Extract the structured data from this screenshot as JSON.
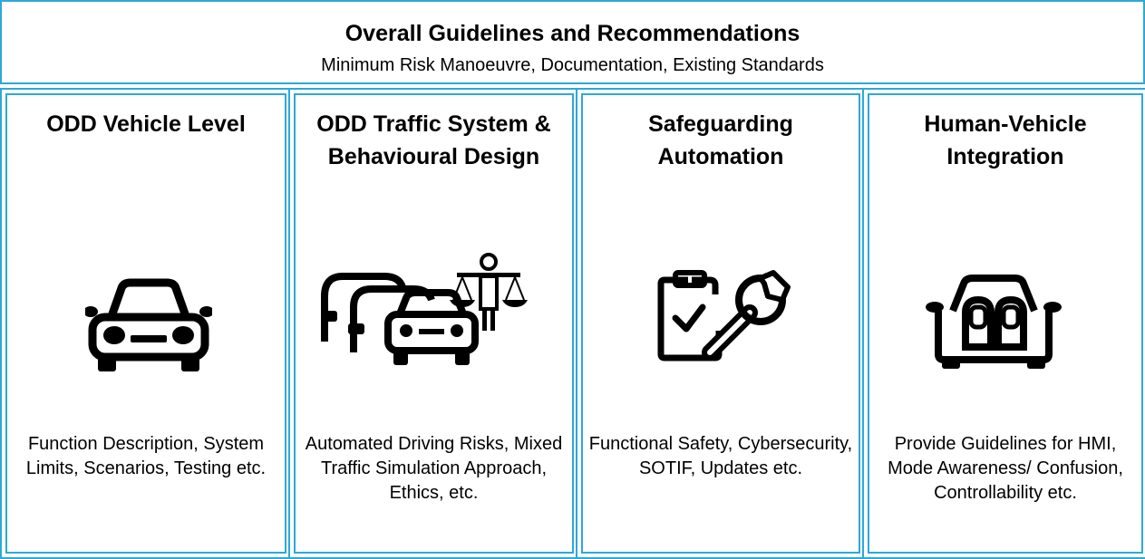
{
  "header": {
    "title": "Overall Guidelines and Recommendations",
    "subtitle": "Minimum Risk Manoeuvre, Documentation, Existing Standards"
  },
  "columns": [
    {
      "title": "ODD Vehicle Level",
      "description": "Function Description, System Limits, Scenarios, Testing etc.",
      "icon": "car-front-icon"
    },
    {
      "title": "ODD Traffic System & Behavioural Design",
      "description": "Automated Driving Risks, Mixed Traffic Simulation Approach, Ethics, etc.",
      "icon": "traffic-and-ethics-scale-icon"
    },
    {
      "title": "Safeguarding Automation",
      "description": "Functional Safety, Cybersecurity, SOTIF, Updates etc.",
      "icon": "checklist-wrench-icon"
    },
    {
      "title": "Human-Vehicle Integration",
      "description": "Provide Guidelines for HMI, Mode Awareness/ Confusion, Controllability etc.",
      "icon": "car-interior-seats-icon"
    }
  ],
  "colors": {
    "border": "#2ea8d8",
    "text": "#000000",
    "background": "#ffffff"
  }
}
